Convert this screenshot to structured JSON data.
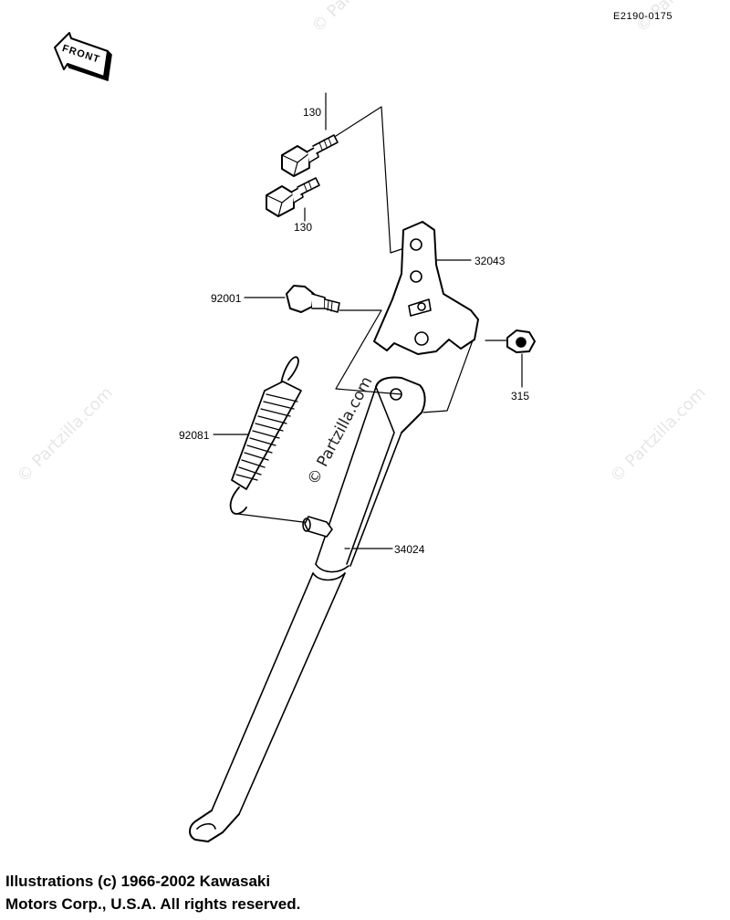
{
  "diagram": {
    "reference_code": "E2190-0175",
    "front_label": "FRONT",
    "parts": [
      {
        "id": "bolt-upper",
        "label": "130"
      },
      {
        "id": "bolt-lower",
        "label": "130"
      },
      {
        "id": "bracket",
        "label": "32043"
      },
      {
        "id": "pivot-bolt",
        "label": "92001"
      },
      {
        "id": "nut",
        "label": "315"
      },
      {
        "id": "spring",
        "label": "92081"
      },
      {
        "id": "side-stand",
        "label": "34024"
      }
    ]
  },
  "watermark": {
    "text": "© Partzilla.com"
  },
  "copyright": {
    "line1": "Illustrations (c) 1966-2002 Kawasaki",
    "line2": "Motors Corp., U.S.A.  All rights reserved."
  }
}
